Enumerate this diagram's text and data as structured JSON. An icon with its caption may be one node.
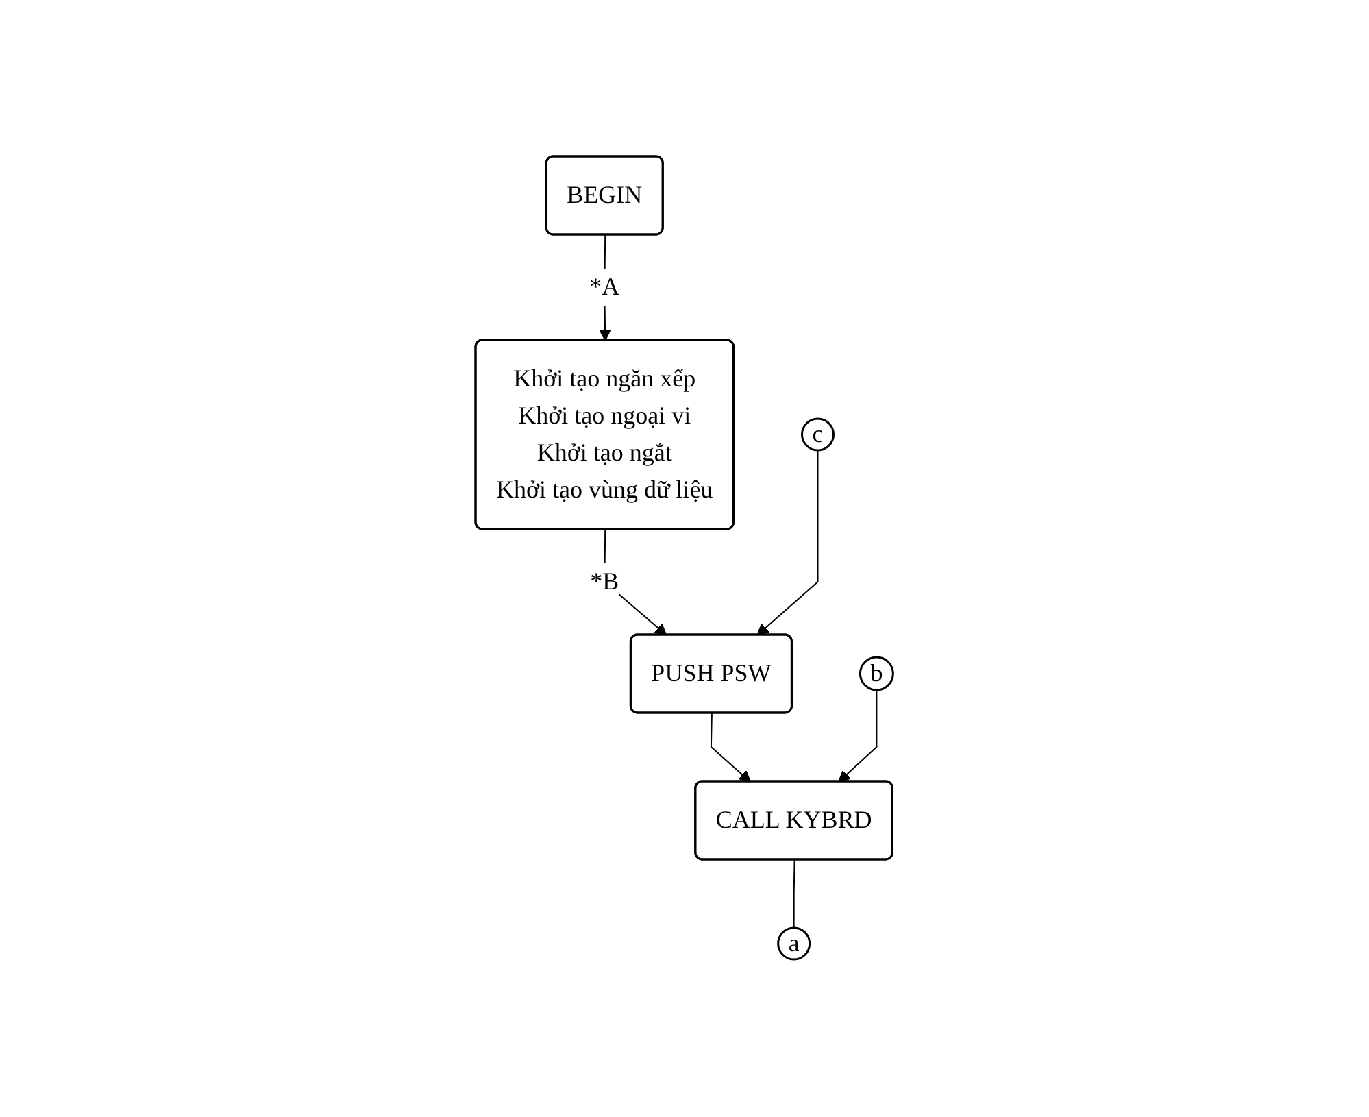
{
  "diagram": {
    "nodes": [
      {
        "text": [
          "BEGIN"
        ]
      },
      {
        "text": [
          "Khởi tạo ngăn xếp",
          "Khởi tạo ngoại vi",
          "Khởi tạo ngắt",
          "Khởi tạo vùng dữ liệu"
        ]
      },
      {
        "text": [
          "PUSH PSW"
        ]
      },
      {
        "text": [
          "CALL KYBRD"
        ]
      },
      {
        "text": [
          "b"
        ]
      },
      {
        "text": [
          "a"
        ]
      },
      {
        "text": [
          "c"
        ]
      }
    ],
    "edges": [
      {
        "from": 0,
        "to": 1,
        "arrow": "to",
        "label": "*A"
      },
      {
        "from": 1,
        "to": 2,
        "arrow": "to",
        "label": "*B"
      },
      {
        "from": 6,
        "to": 2,
        "arrow": "to"
      },
      {
        "from": 2,
        "to": 3,
        "arrow": "to"
      },
      {
        "from": 4,
        "to": 3,
        "arrow": "to"
      },
      {
        "from": 3,
        "to": 5,
        "arrow": "none"
      }
    ]
  }
}
